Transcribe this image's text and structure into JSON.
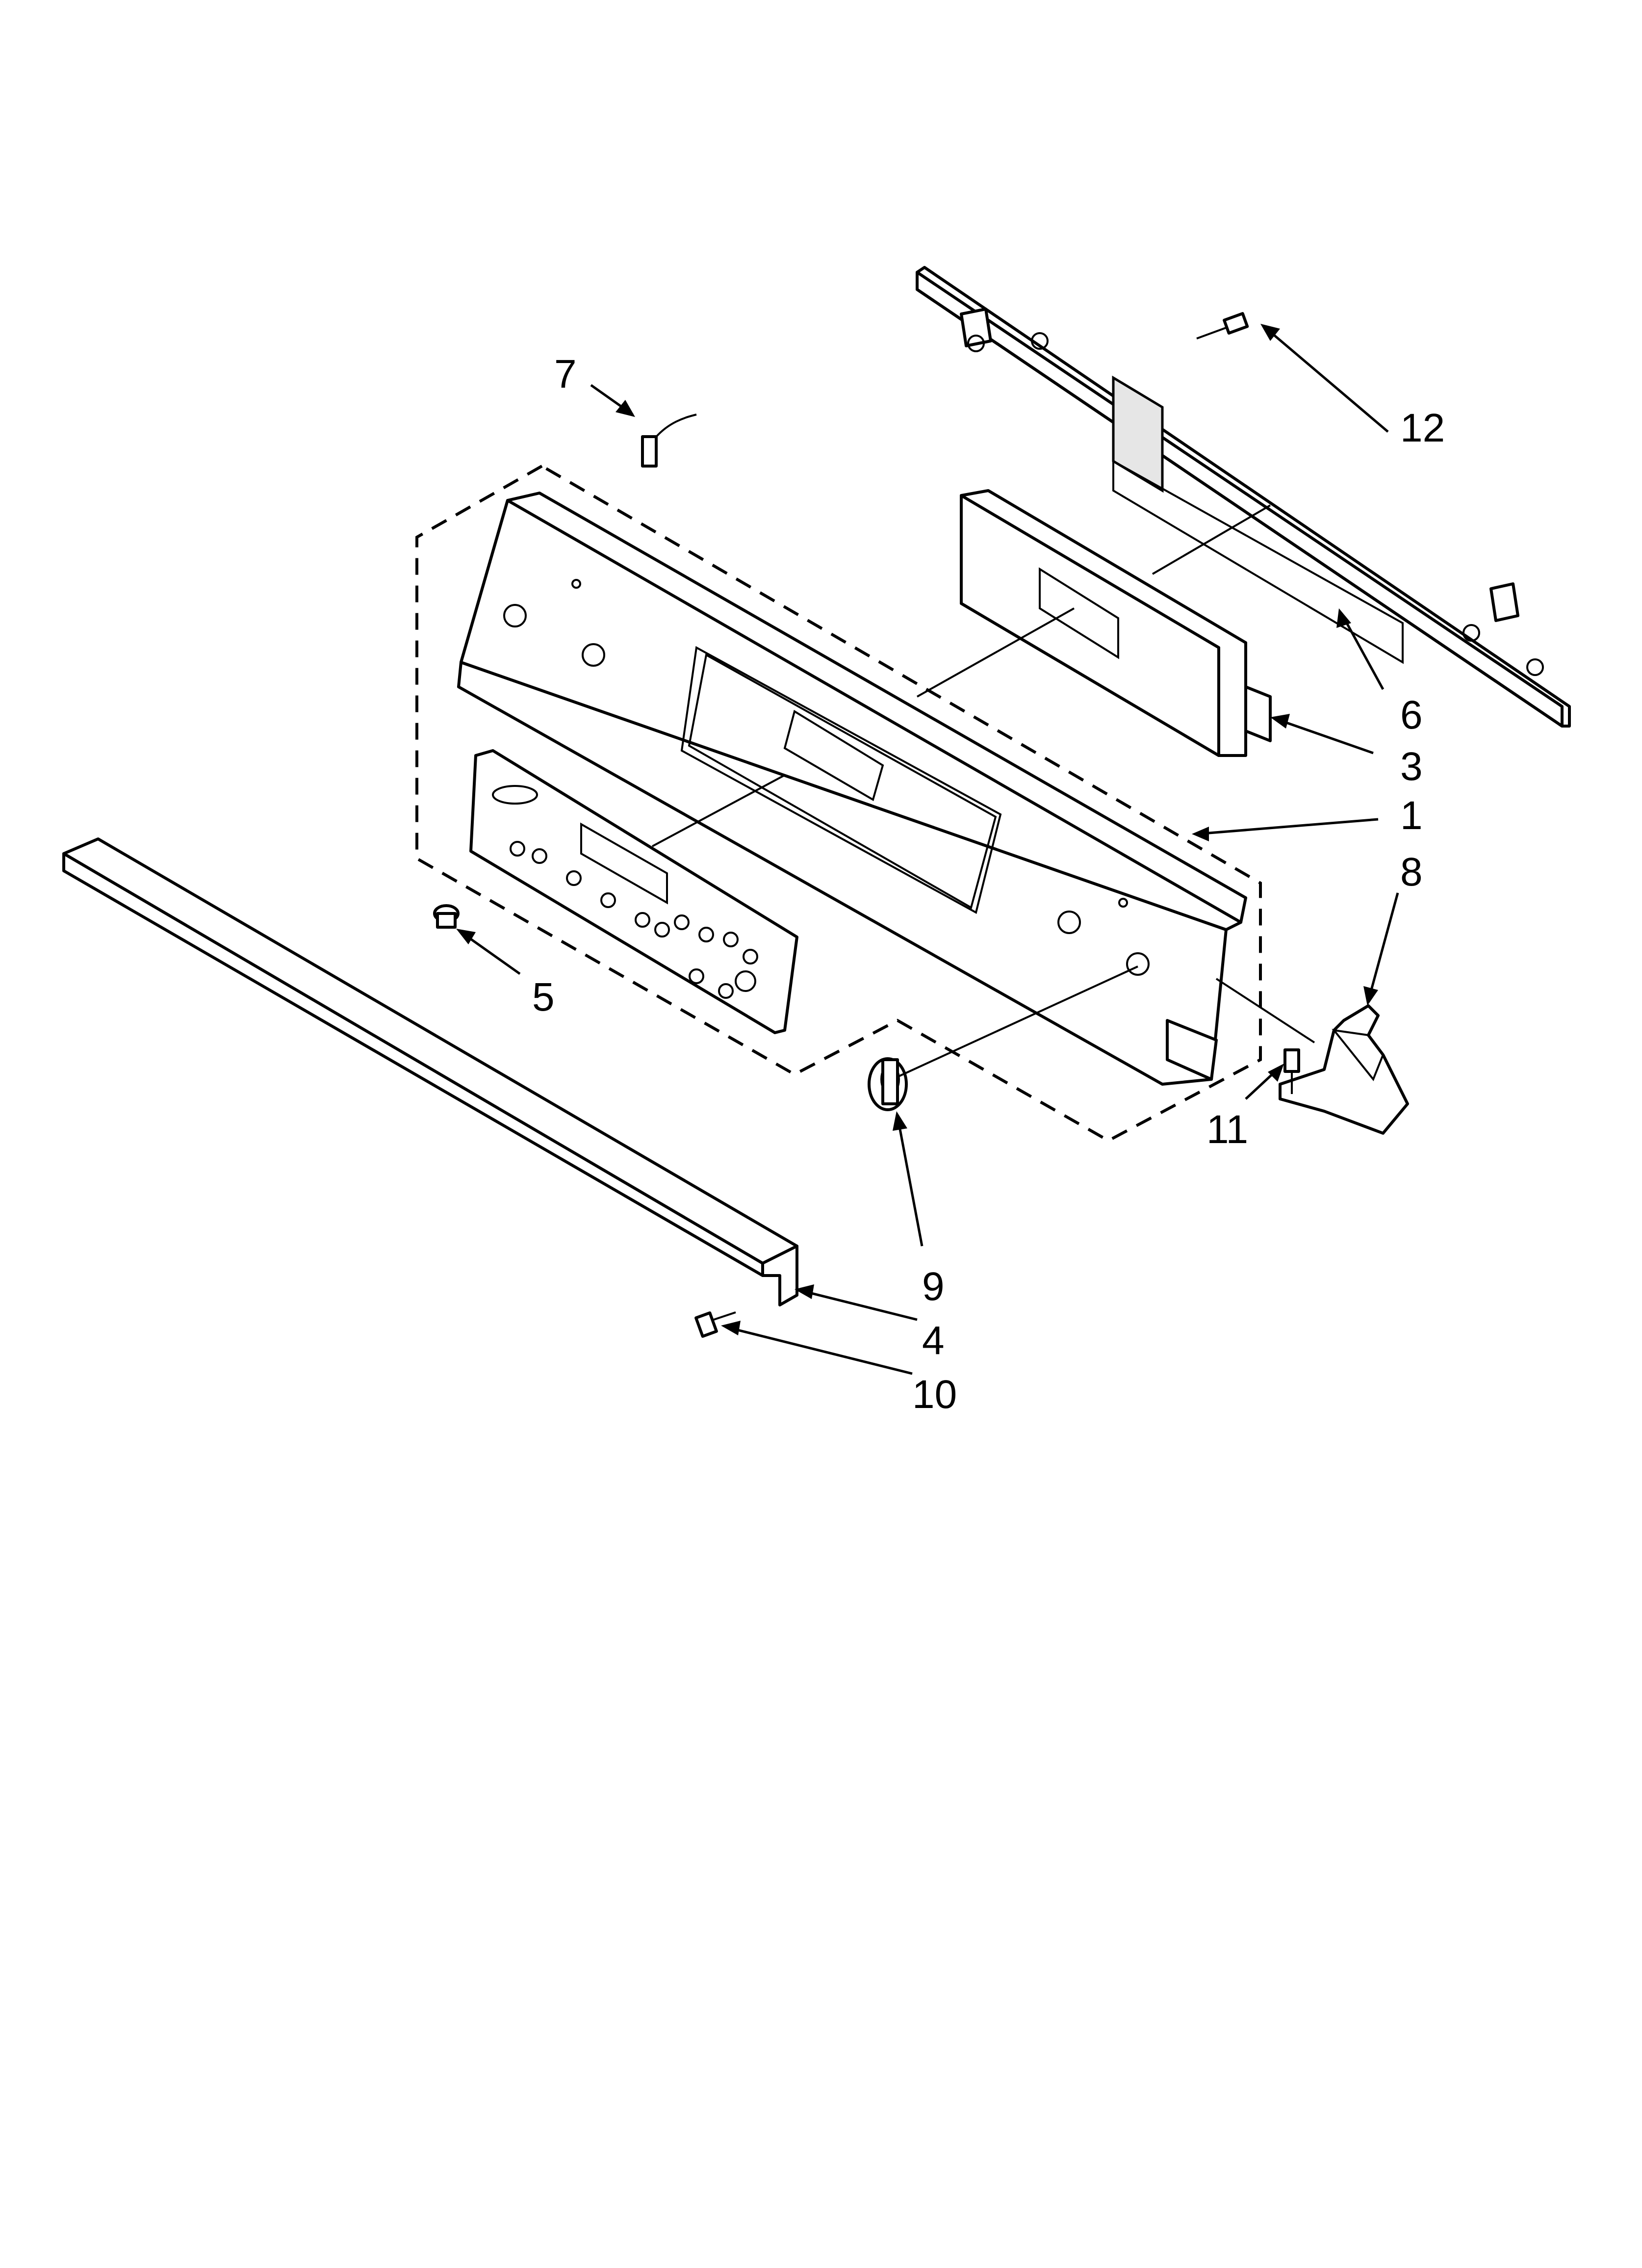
{
  "callouts": [
    {
      "id": "1",
      "label": "1"
    },
    {
      "id": "3",
      "label": "3"
    },
    {
      "id": "4",
      "label": "4"
    },
    {
      "id": "5",
      "label": "5"
    },
    {
      "id": "6",
      "label": "6"
    },
    {
      "id": "7",
      "label": "7"
    },
    {
      "id": "8",
      "label": "8"
    },
    {
      "id": "9",
      "label": "9"
    },
    {
      "id": "10",
      "label": "10"
    },
    {
      "id": "11",
      "label": "11"
    },
    {
      "id": "12",
      "label": "12"
    }
  ]
}
